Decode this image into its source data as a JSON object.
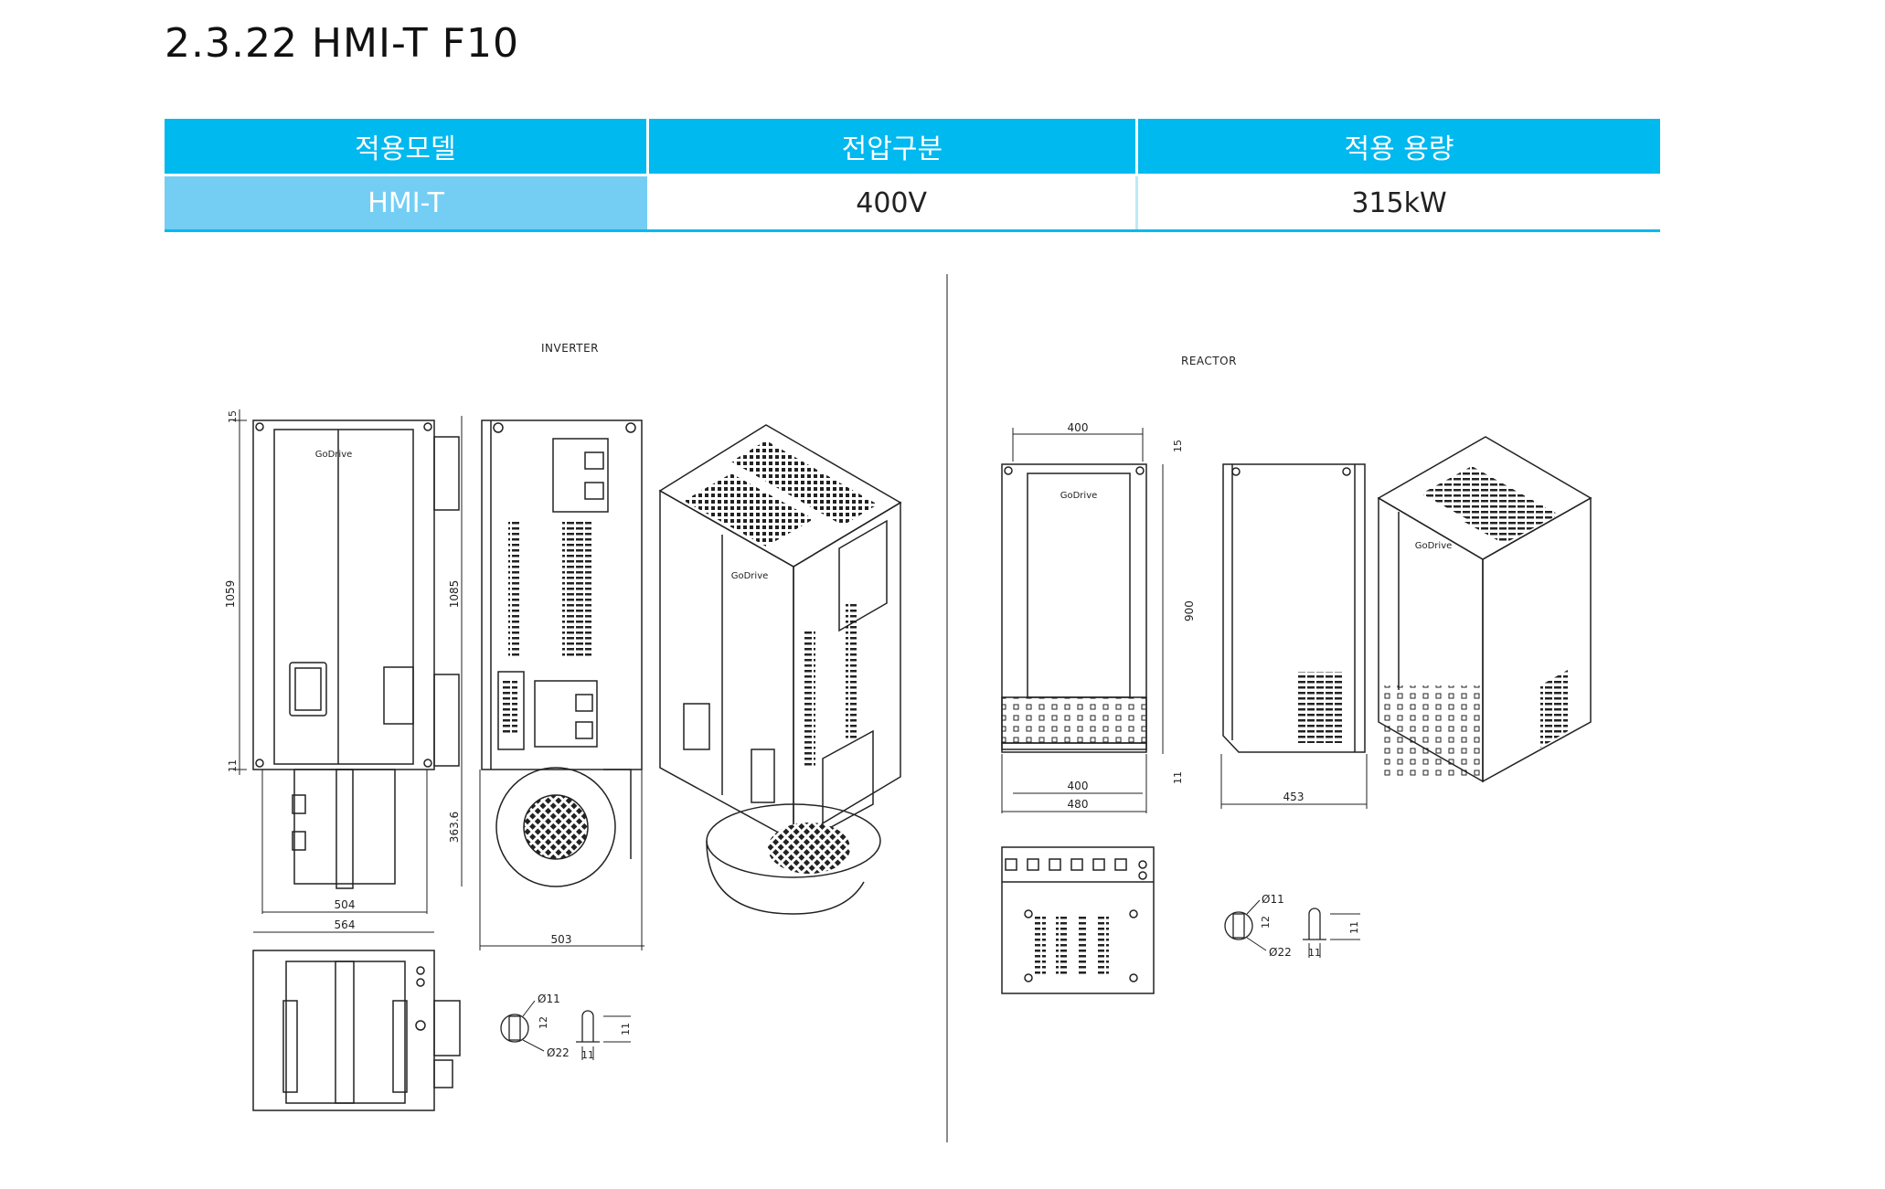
{
  "title": "2.3.22 HMI-T F10",
  "table": {
    "headers": [
      "적용모델",
      "전압구분",
      "적용 용량"
    ],
    "row": {
      "model": "HMI-T",
      "voltage": "400V",
      "capacity": "315kW"
    }
  },
  "colors": {
    "header_bg": "#00b9ef",
    "model_bg": "#74cef4"
  },
  "inverter": {
    "label": "INVERTER",
    "logo": "GoDrive",
    "dims": {
      "top": "15",
      "height_left": "1059",
      "height_right": "1085",
      "bottom": "11",
      "fan": "363.6",
      "w_inner": "504",
      "w_outer": "564",
      "depth": "503",
      "hole_small": "Ø11",
      "hole_big": "Ø22",
      "slot_h": "12",
      "slot_w": "11",
      "slot_d": "11"
    }
  },
  "reactor": {
    "label": "REACTOR",
    "logo": "GoDrive",
    "dims": {
      "top_w": "400",
      "top": "15",
      "height": "900",
      "bottom": "11",
      "w_inner": "400",
      "w_outer": "480",
      "depth": "453",
      "hole_small": "Ø11",
      "hole_big": "Ø22",
      "slot_h": "12",
      "slot_w": "11",
      "slot_d": "11"
    }
  }
}
